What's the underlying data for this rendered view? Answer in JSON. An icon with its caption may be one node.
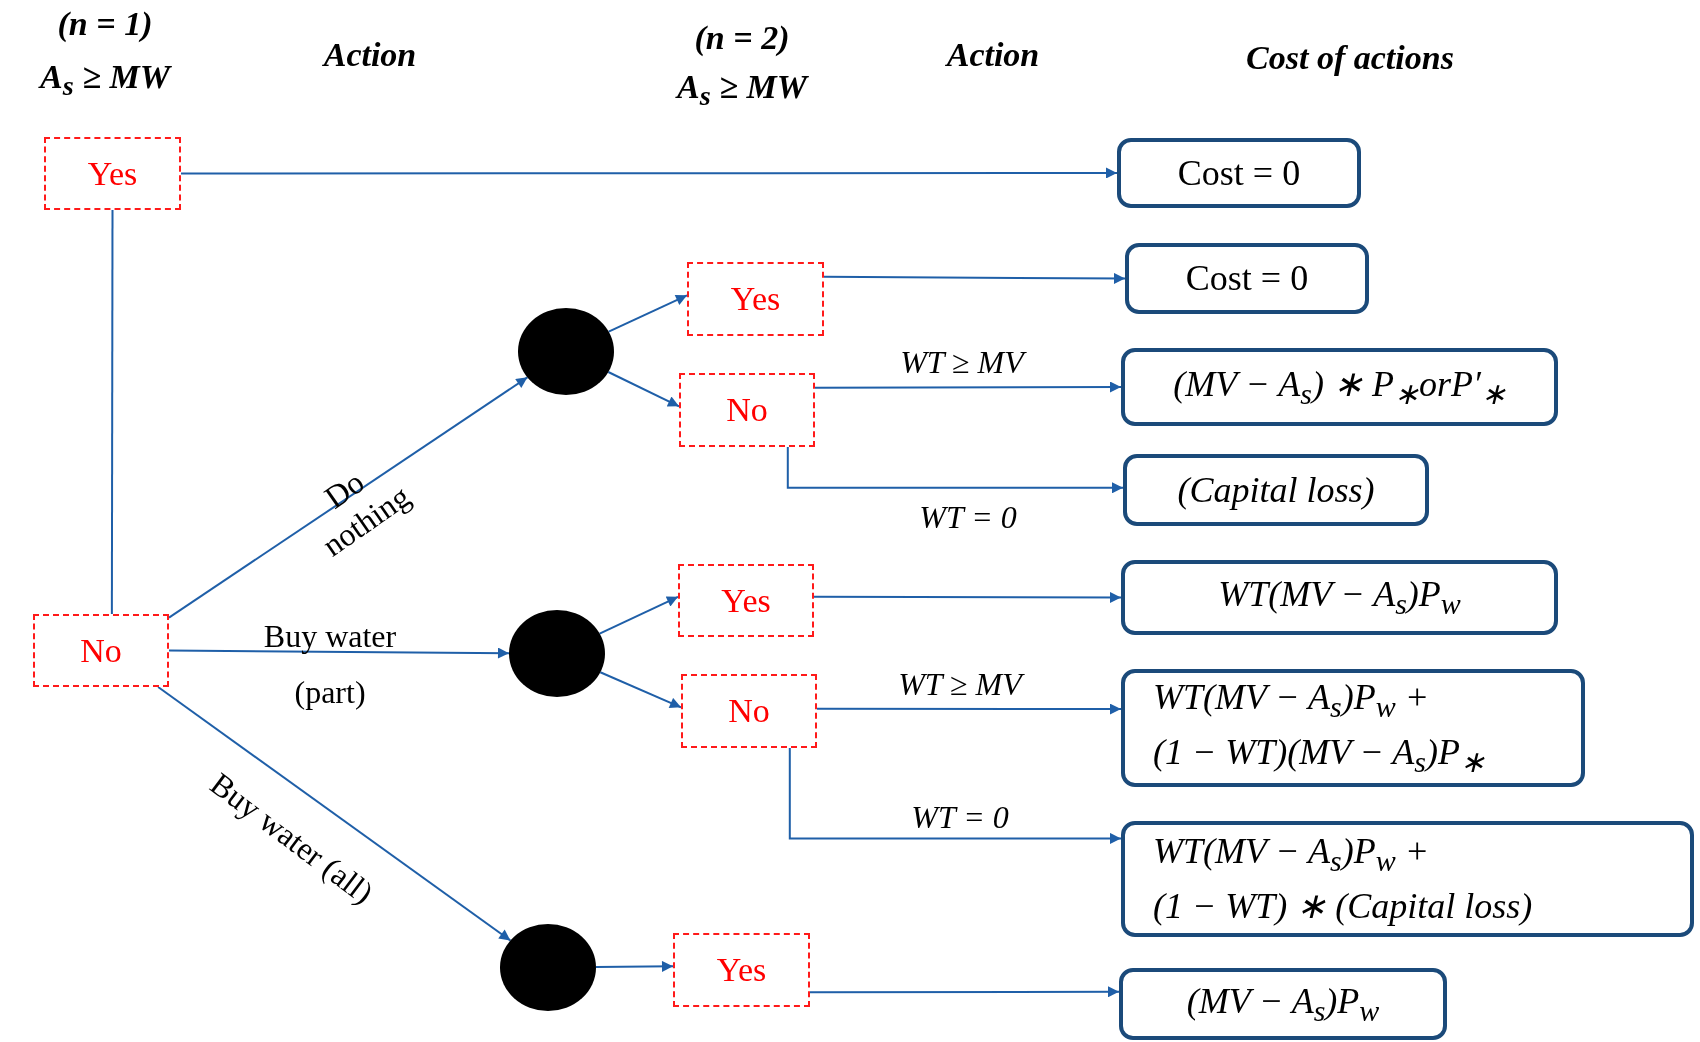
{
  "diagram": {
    "nodes": [
      {
        "text": [
          "Yes"
        ]
      },
      {
        "text": [
          "No"
        ]
      },
      {
        "text": [],
        "shape": "circle"
      },
      {
        "text": [
          "Yes"
        ]
      },
      {
        "text": [
          "No"
        ]
      },
      {
        "text": [],
        "shape": "circle"
      },
      {
        "text": [
          "Yes"
        ]
      },
      {
        "text": [
          "No"
        ]
      },
      {
        "text": [],
        "shape": "circle"
      },
      {
        "text": [
          "Yes"
        ]
      },
      {
        "text": [
          "Cost = 0"
        ]
      },
      {
        "text": [
          "Cost = 0"
        ]
      },
      {
        "text": [
          "(MV − A$_{s}$) ∗ P$_{∗}$orP′$_{∗}$"
        ]
      },
      {
        "text": [
          "(Capital loss)"
        ]
      },
      {
        "text": [
          "WT(MV − A$_{s}$)P$_{w}$"
        ]
      },
      {
        "text": [
          "WT(MV − A$_{s}$)P$_{w}$ + (1 − WT)(MV − A$_{s}$)P$_{∗}$"
        ]
      },
      {
        "text": [
          "WT(MV − A$_{s}$)P$_{w}$ + (1 − WT) ∗ (Capital loss)"
        ]
      },
      {
        "text": [
          "(MV − A$_{s}$)P$_{w}$"
        ]
      }
    ],
    "edges": [
      {
        "from": 0,
        "to": 10,
        "arrow": "to"
      },
      {
        "from": 0,
        "to": 1,
        "arrow": "none"
      },
      {
        "from": 1,
        "to": 2,
        "arrow": "to",
        "label": "Do nothing"
      },
      {
        "from": 1,
        "to": 5,
        "arrow": "to",
        "label": "Buy water (part)"
      },
      {
        "from": 1,
        "to": 8,
        "arrow": "to",
        "label": "Buy water (all)"
      },
      {
        "from": 2,
        "to": 3,
        "arrow": "to"
      },
      {
        "from": 2,
        "to": 4,
        "arrow": "to"
      },
      {
        "from": 5,
        "to": 6,
        "arrow": "to"
      },
      {
        "from": 5,
        "to": 7,
        "arrow": "to"
      },
      {
        "from": 8,
        "to": 9,
        "arrow": "to"
      },
      {
        "from": 3,
        "to": 11,
        "arrow": "to"
      },
      {
        "from": 4,
        "to": 12,
        "arrow": "to",
        "label": "WT ≥ MV"
      },
      {
        "from": 4,
        "to": 13,
        "arrow": "to",
        "label": "WT = 0"
      },
      {
        "from": 6,
        "to": 14,
        "arrow": "to"
      },
      {
        "from": 7,
        "to": 15,
        "arrow": "to",
        "label": "WT ≥ MV"
      },
      {
        "from": 7,
        "to": 16,
        "arrow": "to",
        "label": "WT = 0"
      },
      {
        "from": 9,
        "to": 17,
        "arrow": "to"
      }
    ],
    "labels": [
      "(n = 1)",
      "A$_{s}$ ≥ MW",
      "Action",
      "(n = 2)",
      "A$_{s}$ ≥ MW",
      "Action",
      "Cost of actions"
    ]
  }
}
